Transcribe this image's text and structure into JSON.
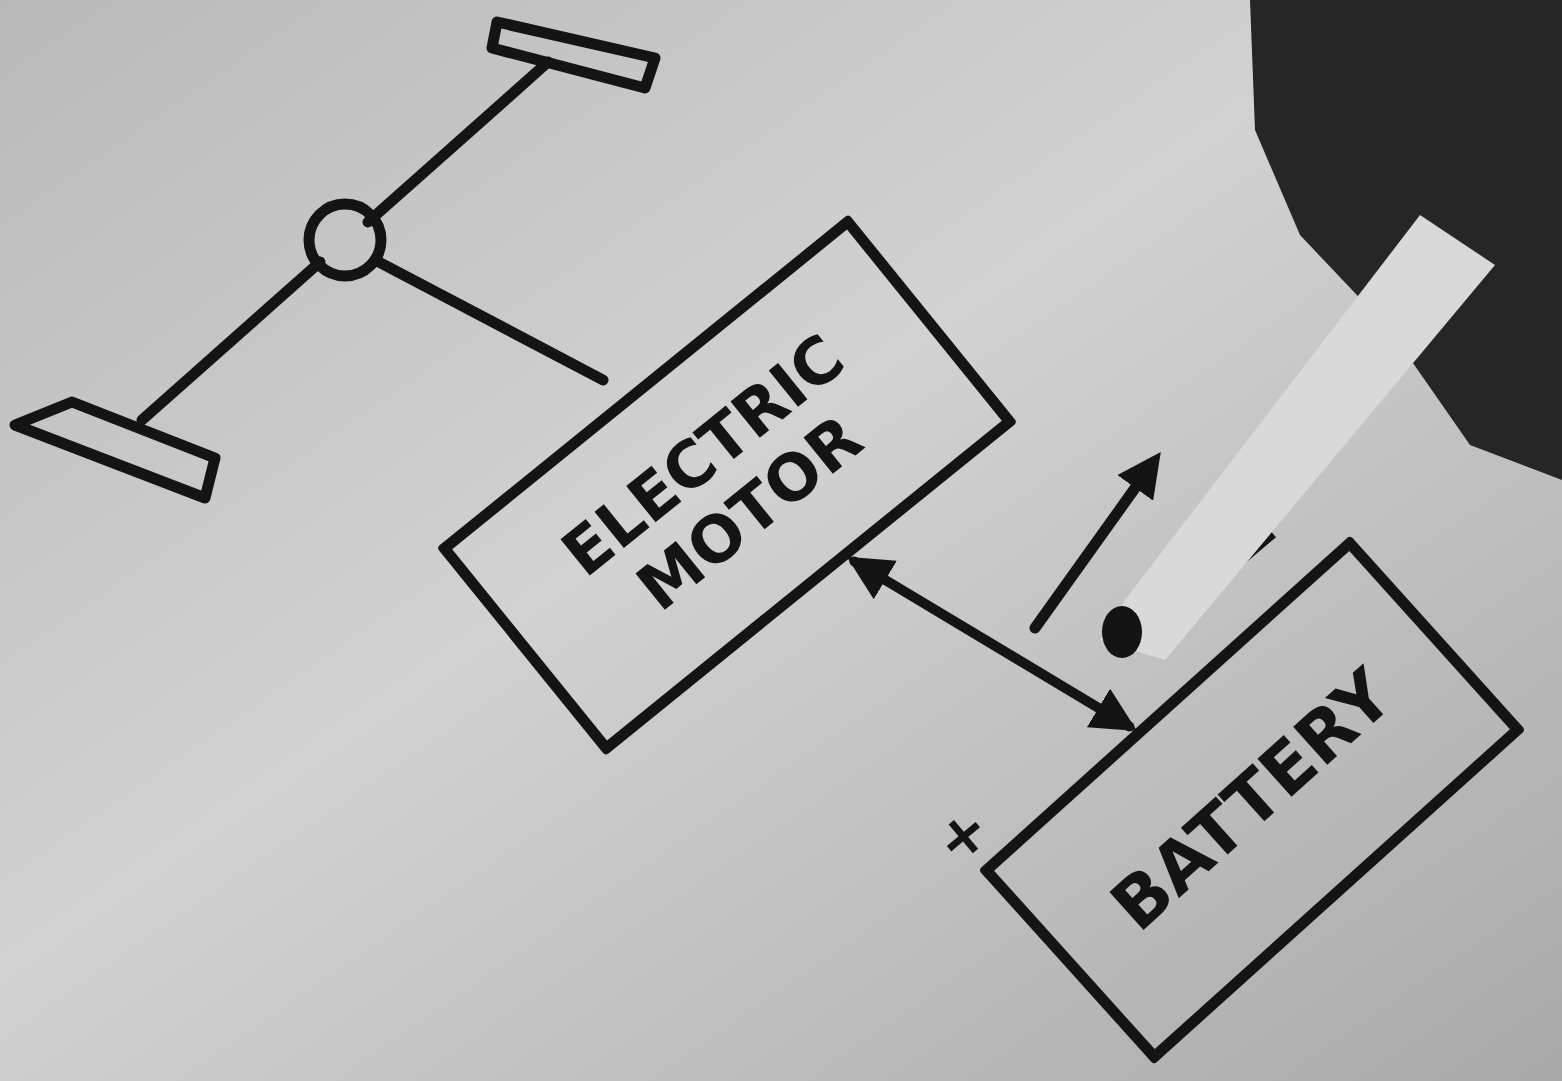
{
  "diagram": {
    "nodes": [
      {
        "text": [
          "ELECTRIC MOTOR"
        ]
      },
      {
        "text": [
          "BATTERY"
        ]
      }
    ],
    "edges": [
      {
        "from": 0,
        "to": 1,
        "arrow": "both"
      }
    ],
    "labels": [
      "−",
      "+"
    ]
  }
}
